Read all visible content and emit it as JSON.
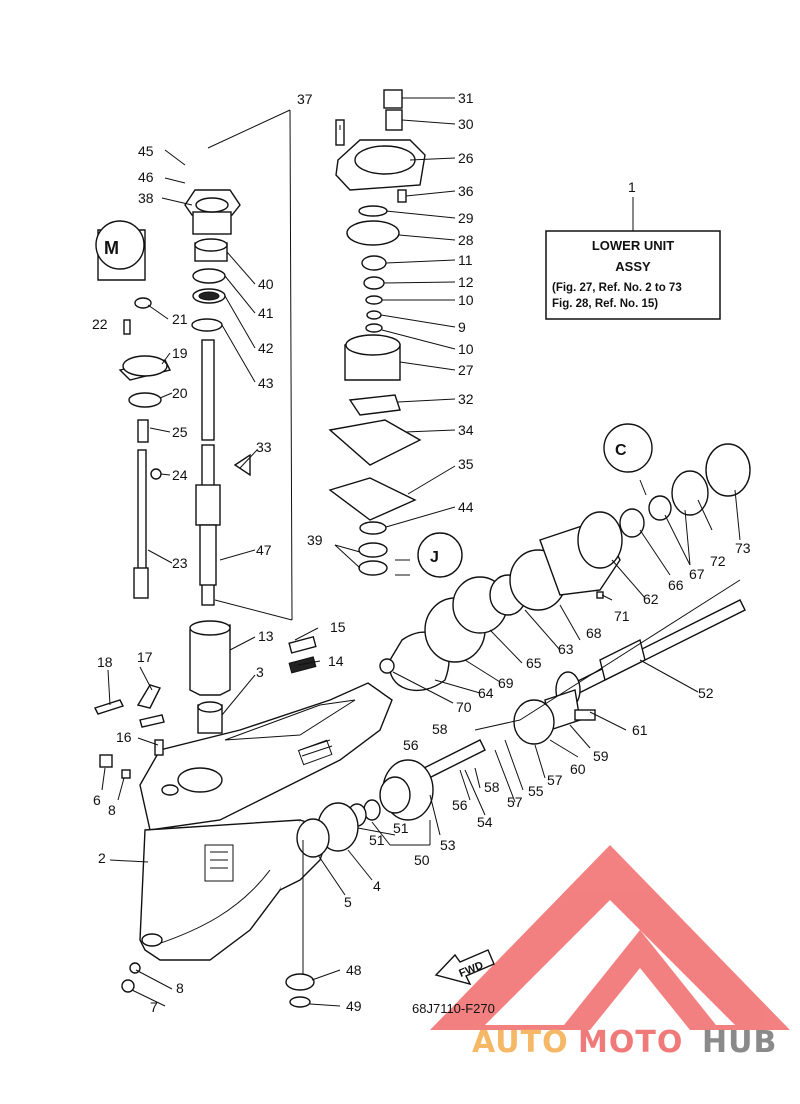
{
  "labels": [
    "1",
    "2",
    "3",
    "5",
    "4",
    "6",
    "7",
    "8",
    "9",
    "10",
    "11",
    "12",
    "13",
    "14",
    "15",
    "16",
    "17",
    "18",
    "19",
    "20",
    "21",
    "22",
    "23",
    "24",
    "25",
    "26",
    "27",
    "28",
    "29",
    "30",
    "31",
    "32",
    "33",
    "34",
    "35",
    "36",
    "37",
    "38",
    "39",
    "40",
    "41",
    "42",
    "43",
    "44",
    "45",
    "46",
    "47",
    "48",
    "49",
    "50",
    "51",
    "52",
    "53",
    "54",
    "55",
    "56",
    "57",
    "58",
    "59",
    "60",
    "61",
    "62",
    "63",
    "64",
    "65",
    "66",
    "67",
    "68",
    "69",
    "70",
    "71",
    "72",
    "73"
  ],
  "info_box": {
    "title_line1": "LOWER UNIT",
    "title_line2": "ASSY",
    "ref_line1": "(Fig. 27, Ref. No. 2 to 73",
    "ref_line2": " Fig. 28, Ref. No. 15)"
  },
  "fwd_label": "FWD",
  "figure_code": "68J7110-F270",
  "watermark": {
    "part1": "AUTO",
    "part2": "MOTO",
    "part3": "HUB",
    "colors": {
      "auto": "#f4b866",
      "moto": "#f07a7a",
      "hub": "#8a8a8a",
      "logo": "#f26b6b"
    }
  },
  "callouts": {
    "c1": "1",
    "c2": "2",
    "c3": "3",
    "c4": "4",
    "c5": "5",
    "c6": "6",
    "c7": "7",
    "c8a": "8",
    "c8b": "8",
    "c9": "9",
    "c10a": "10",
    "c10b": "10",
    "c11": "11",
    "c12": "12",
    "c13": "13",
    "c14": "14",
    "c15": "15",
    "c16": "16",
    "c17": "17",
    "c18": "18",
    "c19": "19",
    "c20": "20",
    "c21": "21",
    "c22": "22",
    "c23": "23",
    "c24": "24",
    "c25": "25",
    "c26": "26",
    "c27": "27",
    "c28": "28",
    "c29": "29",
    "c30": "30",
    "c31": "31",
    "c32": "32",
    "c33": "33",
    "c34": "34",
    "c35": "35",
    "c36": "36",
    "c37": "37",
    "c38": "38",
    "c39": "39",
    "c40": "40",
    "c41": "41",
    "c42": "42",
    "c43": "43",
    "c44": "44",
    "c45": "45",
    "c46": "46",
    "c47": "47",
    "c48": "48",
    "c49": "49",
    "c50": "50",
    "c51a": "51",
    "c51b": "51",
    "c52": "52",
    "c53": "53",
    "c54": "54",
    "c55": "55",
    "c56a": "56",
    "c56b": "56",
    "c57a": "57",
    "c57b": "57",
    "c58a": "58",
    "c58b": "58",
    "c59": "59",
    "c60": "60",
    "c61": "61",
    "c62": "62",
    "c63": "63",
    "c64": "64",
    "c65": "65",
    "c66": "66",
    "c67": "67",
    "c68": "68",
    "c69": "69",
    "c70": "70",
    "c71": "71",
    "c72": "72",
    "c73": "73"
  }
}
